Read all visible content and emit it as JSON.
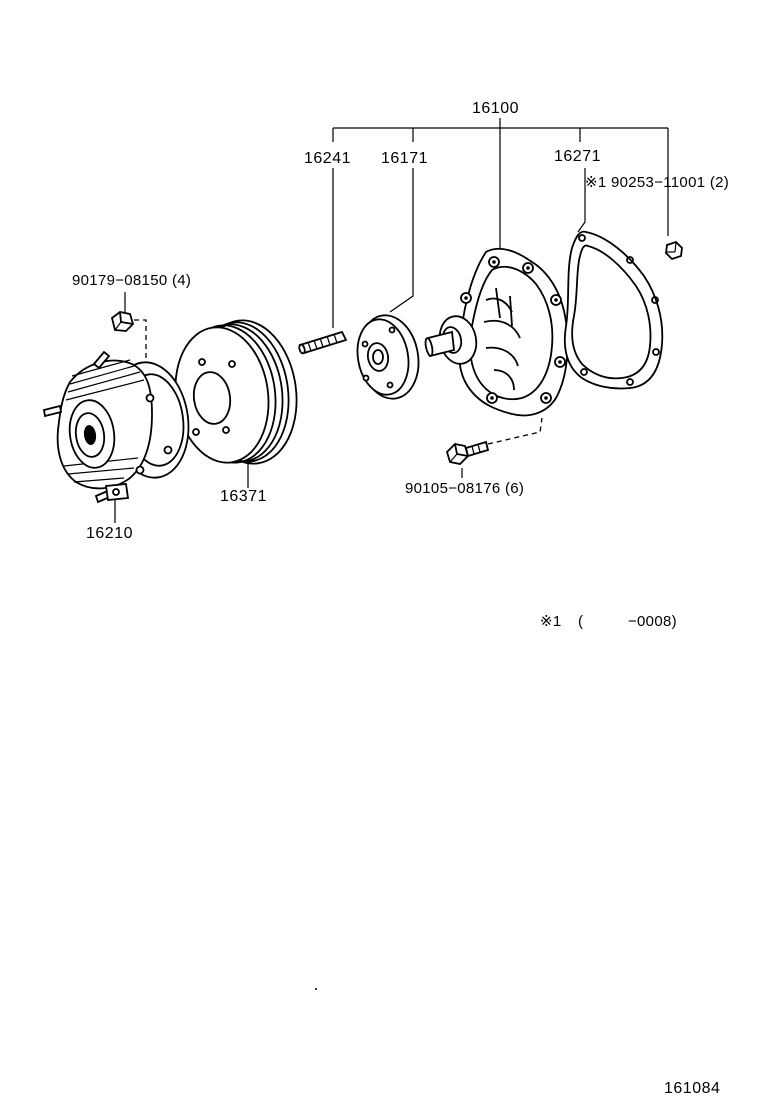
{
  "diagram": {
    "labels": {
      "assembly": "16100",
      "stud": "16241",
      "flange": "16171",
      "gasket": "16271",
      "plug": "※1 90253−11001 (2)",
      "nut": "90179−08150 (4)",
      "bolt": "90105−08176 (6)",
      "pulley": "16371",
      "fan_clutch": "16210",
      "footnote_mark": "※1",
      "footnote_range": "(          −0008)",
      "page_code": "161084"
    }
  }
}
